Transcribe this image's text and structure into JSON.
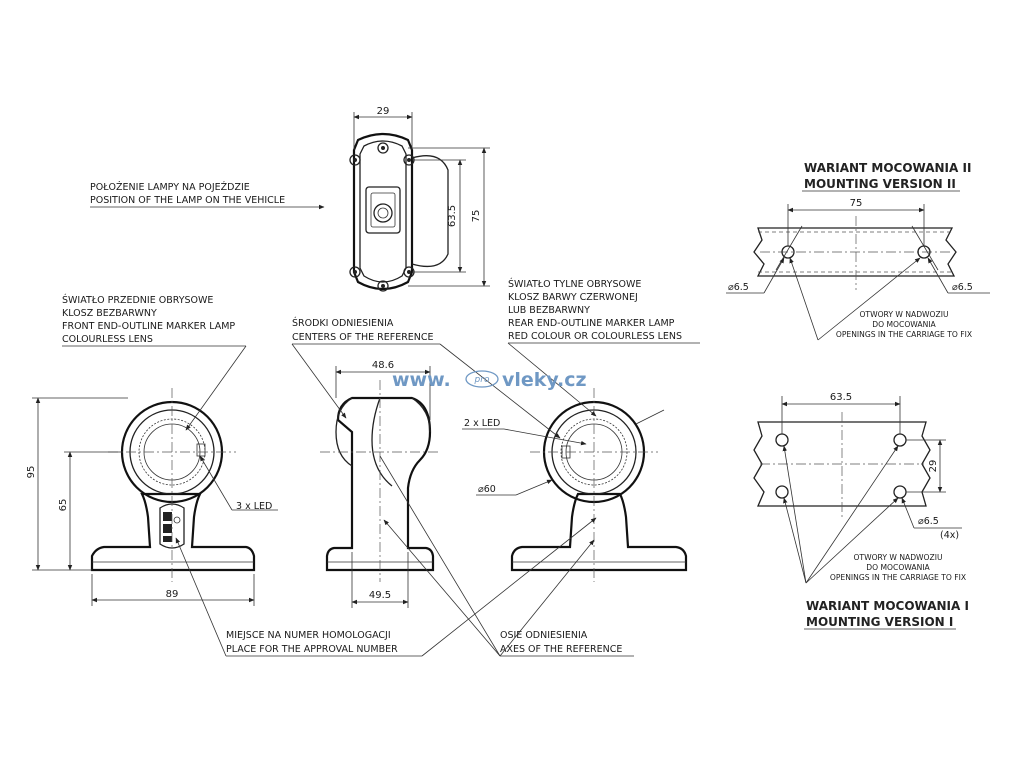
{
  "watermark": {
    "prefix": "www.",
    "badge": "pro",
    "suffix": "vleky.cz"
  },
  "top_view": {
    "label_pl": "POŁOŻENIE LAMPY NA POJEŹDZIE",
    "label_en": "POSITION OF THE LAMP ON THE VEHICLE",
    "dim_width": "29",
    "dim_inner": "63.5",
    "dim_outer": "75"
  },
  "front_lamp": {
    "line1": "ŚWIATŁO PRZEDNIE OBRYSOWE",
    "line2": "KLOSZ BEZBARWNY",
    "line3": "FRONT END-OUTLINE MARKER LAMP",
    "line4": "COLOURLESS LENS",
    "led_label": "3 x LED",
    "dim_height_total": "95",
    "dim_height_axis": "65",
    "dim_base_width": "89"
  },
  "reference_centers": {
    "pl": "ŚRODKI ODNIESIENIA",
    "en": "CENTERS OF THE REFERENCE"
  },
  "side_view": {
    "dim_top_width": "48.6",
    "dim_base_width": "49.5"
  },
  "rear_lamp": {
    "line1": "ŚWIATŁO TYLNE OBRYSOWE",
    "line2": "KLOSZ BARWY CZERWONEJ",
    "line3": "LUB BEZBARWNY",
    "line4": "REAR END-OUTLINE MARKER LAMP",
    "line5": "RED COLOUR OR COLOURLESS LENS",
    "led_label": "2 x LED",
    "dim_diameter": "⌀60"
  },
  "approval": {
    "pl": "MIEJSCE NA NUMER HOMOLOGACJI",
    "en": "PLACE FOR THE APPROVAL NUMBER"
  },
  "reference_axes": {
    "pl": "OSIE ODNIESIENIA",
    "en": "AXES OF THE REFERENCE"
  },
  "mounting_v2": {
    "title_pl": "WARIANT MOCOWANIA II",
    "title_en": "MOUNTING VERSION II",
    "dim_spacing": "75",
    "hole_left": "⌀6.5",
    "hole_right": "⌀6.5",
    "openings_line1": "OTWORY W NADWOZIU",
    "openings_line2": "DO MOCOWANIA",
    "openings_line3": "OPENINGS IN THE CARRIAGE TO FIX"
  },
  "mounting_v1": {
    "title_pl": "WARIANT MOCOWANIA I",
    "title_en": "MOUNTING VERSION I",
    "dim_spacing": "63.5",
    "dim_height": "29",
    "hole_diameter": "⌀6.5",
    "hole_count": "(4x)",
    "openings_line1": "OTWORY W NADWOZIU",
    "openings_line2": "DO MOCOWANIA",
    "openings_line3": "OPENINGS IN THE CARRIAGE TO FIX"
  }
}
